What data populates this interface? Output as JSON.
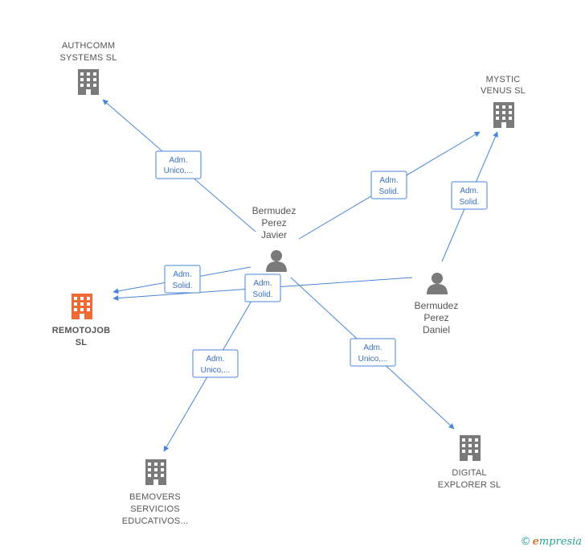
{
  "nodes": {
    "authcomm": {
      "lines": [
        "AUTHCOMM",
        "SYSTEMS SL"
      ],
      "kind": "company",
      "color": "#7a7a7a"
    },
    "mystic": {
      "lines": [
        "MYSTIC",
        "VENUS  SL"
      ],
      "kind": "company",
      "color": "#7a7a7a"
    },
    "remotojob": {
      "lines": [
        "REMOTOJOB",
        "SL"
      ],
      "kind": "company",
      "color": "#f06a35",
      "focus": true
    },
    "bemovers": {
      "lines": [
        "BEMOVERS",
        "SERVICIOS",
        "EDUCATIVOS..."
      ],
      "kind": "company",
      "color": "#7a7a7a"
    },
    "digital": {
      "lines": [
        "DIGITAL",
        "EXPLORER  SL"
      ],
      "kind": "company",
      "color": "#7a7a7a"
    },
    "javier": {
      "lines": [
        "Bermudez",
        "Perez",
        "Javier"
      ],
      "kind": "person",
      "color": "#7a7a7a"
    },
    "daniel": {
      "lines": [
        "Bermudez",
        "Perez",
        "Daniel"
      ],
      "kind": "person",
      "color": "#7a7a7a"
    }
  },
  "edges": [
    {
      "id": "javier-authcomm",
      "lines": [
        "Adm.",
        "Unico,..."
      ]
    },
    {
      "id": "javier-mystic",
      "lines": [
        "Adm.",
        "Solid."
      ]
    },
    {
      "id": "daniel-mystic",
      "lines": [
        "Adm.",
        "Solid."
      ]
    },
    {
      "id": "javier-remotojob",
      "lines": [
        "Adm.",
        "Solid."
      ]
    },
    {
      "id": "daniel-remotojob",
      "lines": [
        "Adm.",
        "Solid."
      ]
    },
    {
      "id": "javier-bemovers",
      "lines": [
        "Adm.",
        "Unico,..."
      ]
    },
    {
      "id": "javier-digital",
      "lines": [
        "Adm.",
        "Unico,..."
      ]
    }
  ],
  "watermark": {
    "copyright": "©",
    "brand_initial": "e",
    "brand_rest": "mpresia"
  },
  "colors": {
    "edge": "#4a86d8",
    "focus": "#f06a35",
    "neutral": "#7a7a7a"
  }
}
